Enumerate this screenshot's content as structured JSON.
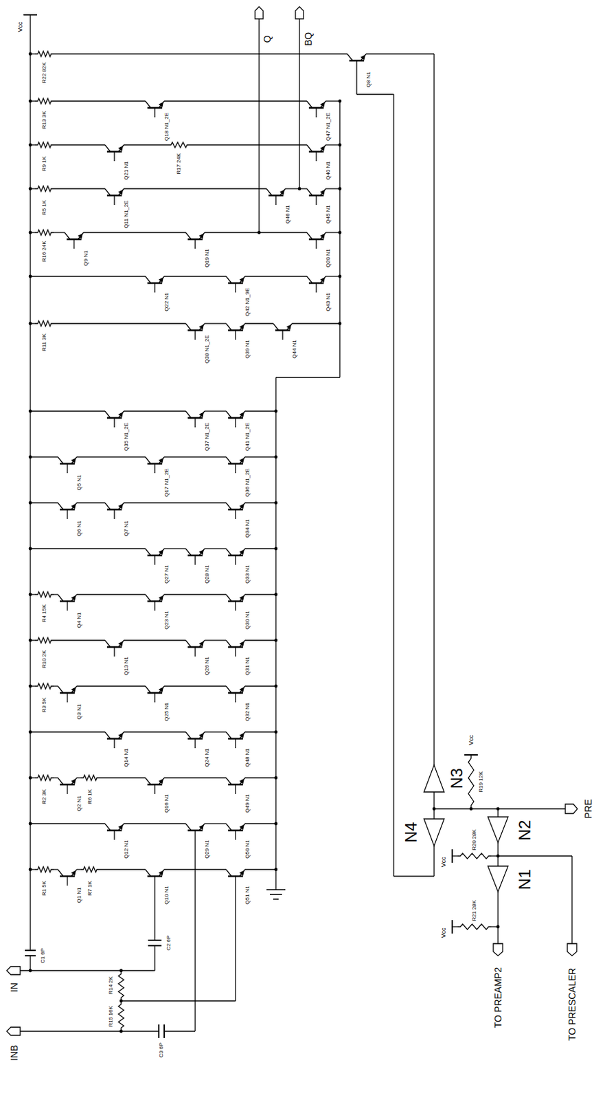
{
  "diagram": {
    "labels": [
      "Q",
      "BQ",
      "IN",
      "INB",
      "TO PREAMP2",
      "TO PRESCALER",
      "PRE",
      "N1",
      "N2",
      "N3",
      "N4",
      "Vcc",
      "Vcc",
      "Vcc",
      "Vcc",
      "C1 6P",
      "C2 6P",
      "C3 6P",
      "R19 12K",
      "R20 28K",
      "R21 28K",
      "R14 2K",
      "R15 16K",
      "R22 82K",
      "Q8 N1",
      "R13 3K",
      "Q18 N1_2E",
      "Q47 N1_2E",
      "R9 1K",
      "Q21 N1",
      "R17 24K",
      "Q40 N1",
      "R5 1K",
      "Q11 N1_2E",
      "Q46 N1",
      "Q45 N1",
      "R16 24K",
      "Q9 N1",
      "Q19 N1",
      "Q20 N1",
      "Q22 N1",
      "Q42 N1_9E",
      "Q43 N1",
      "R11 3K",
      "Q38 N1_2E",
      "Q39 N1",
      "Q44 N1",
      "Q35 N1_2E",
      "Q37 N1_2E",
      "Q41 N1_2E",
      "Q5 N1",
      "Q17 N1_2E",
      "Q36 N1_2E",
      "Q6 N1",
      "Q7 N1",
      "Q34 N1",
      "Q27 N1",
      "Q28 N1",
      "Q33 N1",
      "R4 15K",
      "Q4 N1",
      "Q23 N1",
      "Q30 N1",
      "R10 2K",
      "Q13 N1",
      "Q26 N1",
      "Q31 N1",
      "R3 5K",
      "Q3 N1",
      "Q25 N1",
      "Q32 N1",
      "Q14 N1",
      "Q24 N1",
      "Q48 N1",
      "R2 3K",
      "Q2 N1",
      "R6 1K",
      "Q16 N1",
      "Q49 N1",
      "Q12 N1",
      "Q29 N1",
      "Q50 N1",
      "R1 5K",
      "Q1 N1",
      "R7 1K",
      "Q10 N1",
      "Q51 N1"
    ]
  }
}
